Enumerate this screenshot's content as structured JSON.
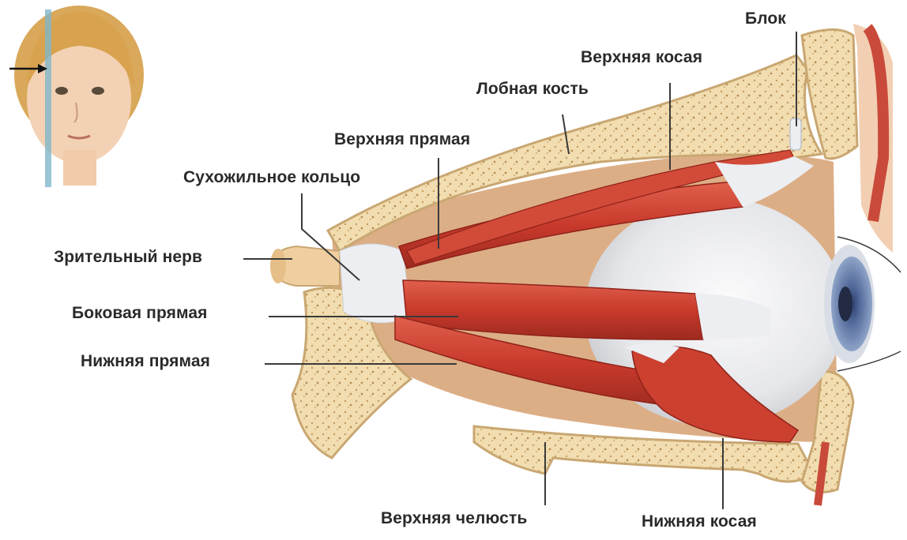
{
  "labels": {
    "trochlea": "Блок",
    "superior_oblique": "Верхняя косая",
    "frontal_bone": "Лобная кость",
    "superior_rectus": "Верхняя прямая",
    "annulus": "Сухожильное кольцо",
    "optic_nerve": "Зрительный нерв",
    "lateral_rectus": "Боковая прямая",
    "inferior_rectus": "Нижняя прямая",
    "maxilla": "Верхняя челюсть",
    "inferior_oblique": "Нижняя косая"
  },
  "colors": {
    "bone": "#f1ddb0",
    "bone_edge": "#c9a772",
    "muscle": "#c83a2c",
    "muscle_dark": "#8f2219",
    "tendon": "#eceef2",
    "eyeball": "#ebeced",
    "iris": "#5d76a5",
    "orbit_fat": "#dbb089",
    "leader": "#3a3a3a"
  },
  "icons": [
    "head-orientation-icon",
    "section-arrow-icon"
  ]
}
